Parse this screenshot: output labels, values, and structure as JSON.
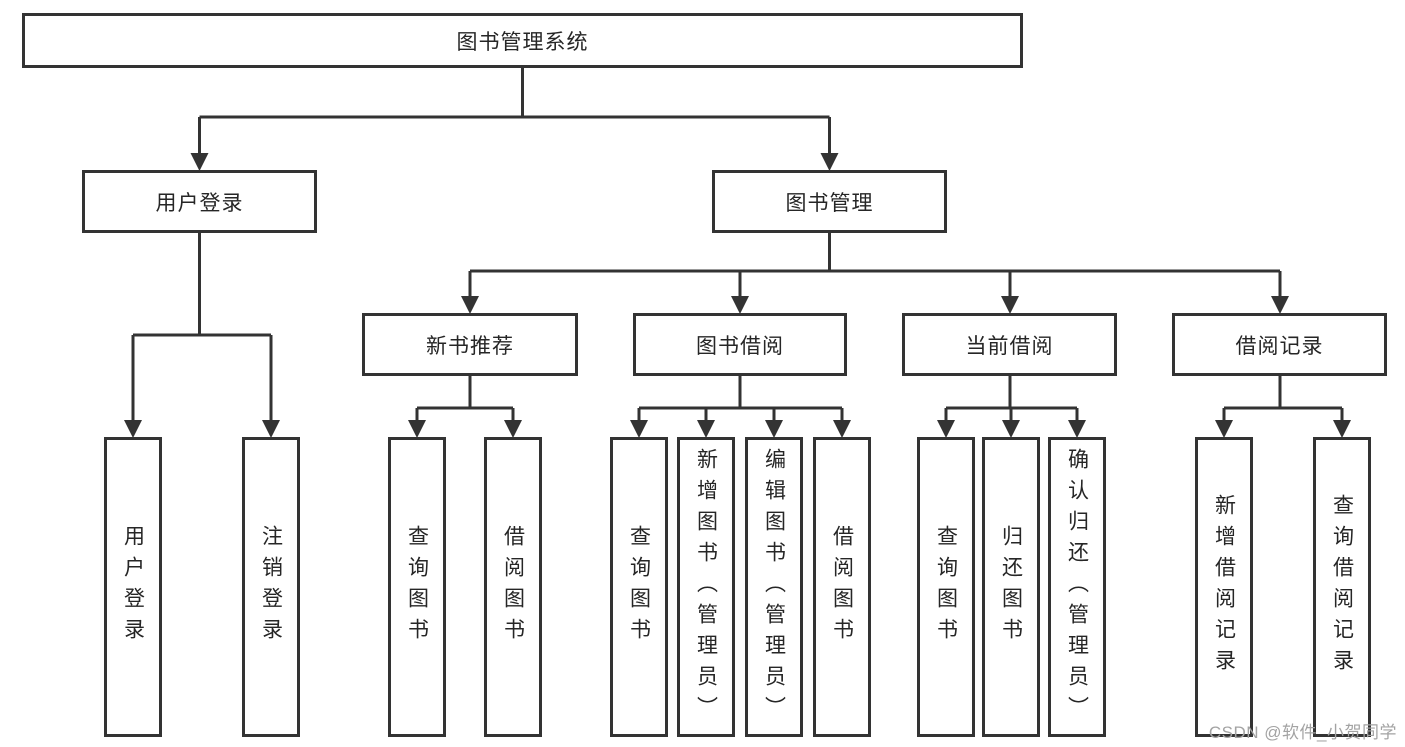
{
  "diagram": {
    "root": {
      "label": "图书管理系统"
    },
    "branches": [
      {
        "label": "用户登录",
        "children": [
          {
            "label": "用户登录"
          },
          {
            "label": "注销登录"
          }
        ]
      },
      {
        "label": "图书管理",
        "children": [
          {
            "label": "新书推荐",
            "children": [
              {
                "label": "查询图书"
              },
              {
                "label": "借阅图书"
              }
            ]
          },
          {
            "label": "图书借阅",
            "children": [
              {
                "label": "查询图书"
              },
              {
                "label": "新增图书（管理员）"
              },
              {
                "label": "编辑图书（管理员）"
              },
              {
                "label": "借阅图书"
              }
            ]
          },
          {
            "label": "当前借阅",
            "children": [
              {
                "label": "查询图书"
              },
              {
                "label": "归还图书"
              },
              {
                "label": "确认归还（管理员）"
              }
            ]
          },
          {
            "label": "借阅记录",
            "children": [
              {
                "label": "新增借阅记录"
              },
              {
                "label": "查询借阅记录"
              }
            ]
          }
        ]
      }
    ]
  },
  "watermark": {
    "text": "CSDN @软件_小贺同学"
  },
  "colors": {
    "line": "#333333",
    "text": "#262626",
    "watermark": "#a3a3a3",
    "background": "#ffffff"
  }
}
